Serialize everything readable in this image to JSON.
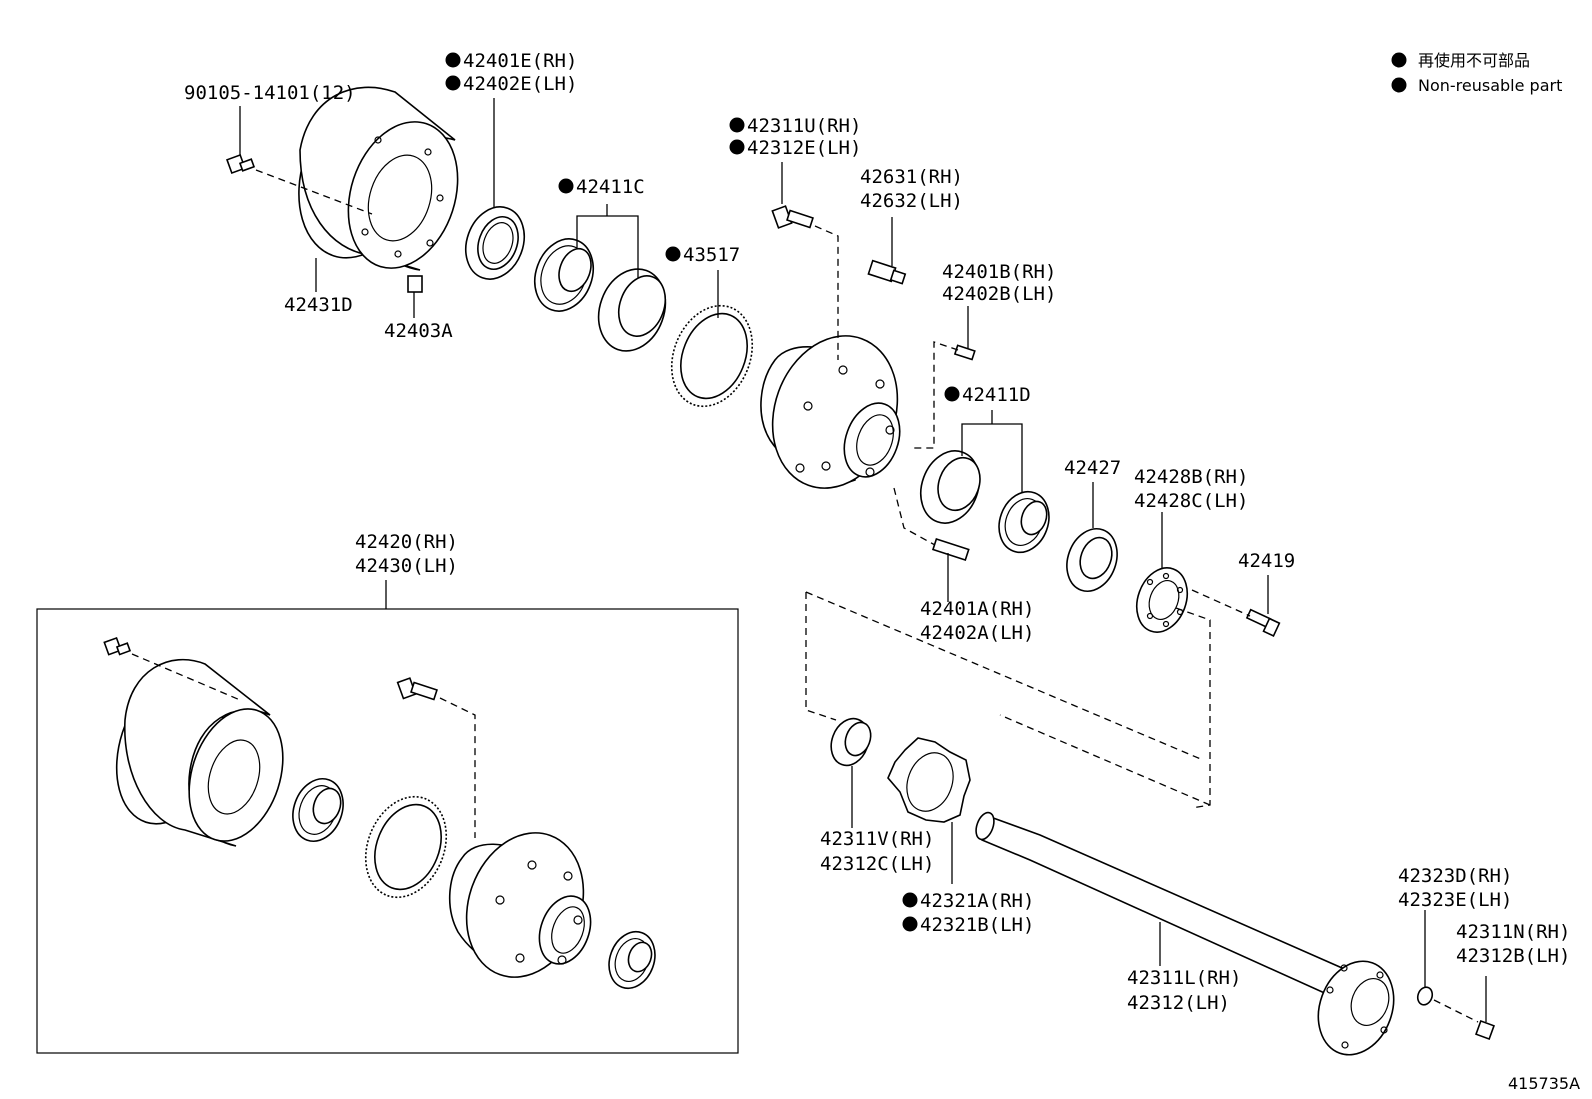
{
  "legend": {
    "japanese": "再使用不可部品",
    "english": "Non-reusable part"
  },
  "diagram_code": "415735A",
  "bullet_symbol": "●",
  "callouts": {
    "c_90105": [
      "90105-14101(12)"
    ],
    "c_42431D": [
      "42431D"
    ],
    "c_42403A": [
      "42403A"
    ],
    "c_42401E": [
      "42401E(RH)",
      "42402E(LH)"
    ],
    "c_42411C": [
      "42411C"
    ],
    "c_43517": [
      "43517"
    ],
    "c_42311U": [
      "42311U(RH)",
      "42312E(LH)"
    ],
    "c_42631": [
      "42631(RH)",
      "42632(LH)"
    ],
    "c_42401B": [
      "42401B(RH)",
      "42402B(LH)"
    ],
    "c_42411D": [
      "42411D"
    ],
    "c_42427": [
      "42427"
    ],
    "c_42428B": [
      "42428B(RH)",
      "42428C(LH)"
    ],
    "c_42419": [
      "42419"
    ],
    "c_42401A": [
      "42401A(RH)",
      "42402A(LH)"
    ],
    "c_42420": [
      "42420(RH)",
      "42430(LH)"
    ],
    "c_42311V": [
      "42311V(RH)",
      "42312C(LH)"
    ],
    "c_42321A": [
      "42321A(RH)",
      "42321B(LH)"
    ],
    "c_42311L": [
      "42311L(RH)",
      "42312(LH)"
    ],
    "c_42323D": [
      "42323D(RH)",
      "42323E(LH)"
    ],
    "c_42311N": [
      "42311N(RH)",
      "42312B(LH)"
    ]
  }
}
